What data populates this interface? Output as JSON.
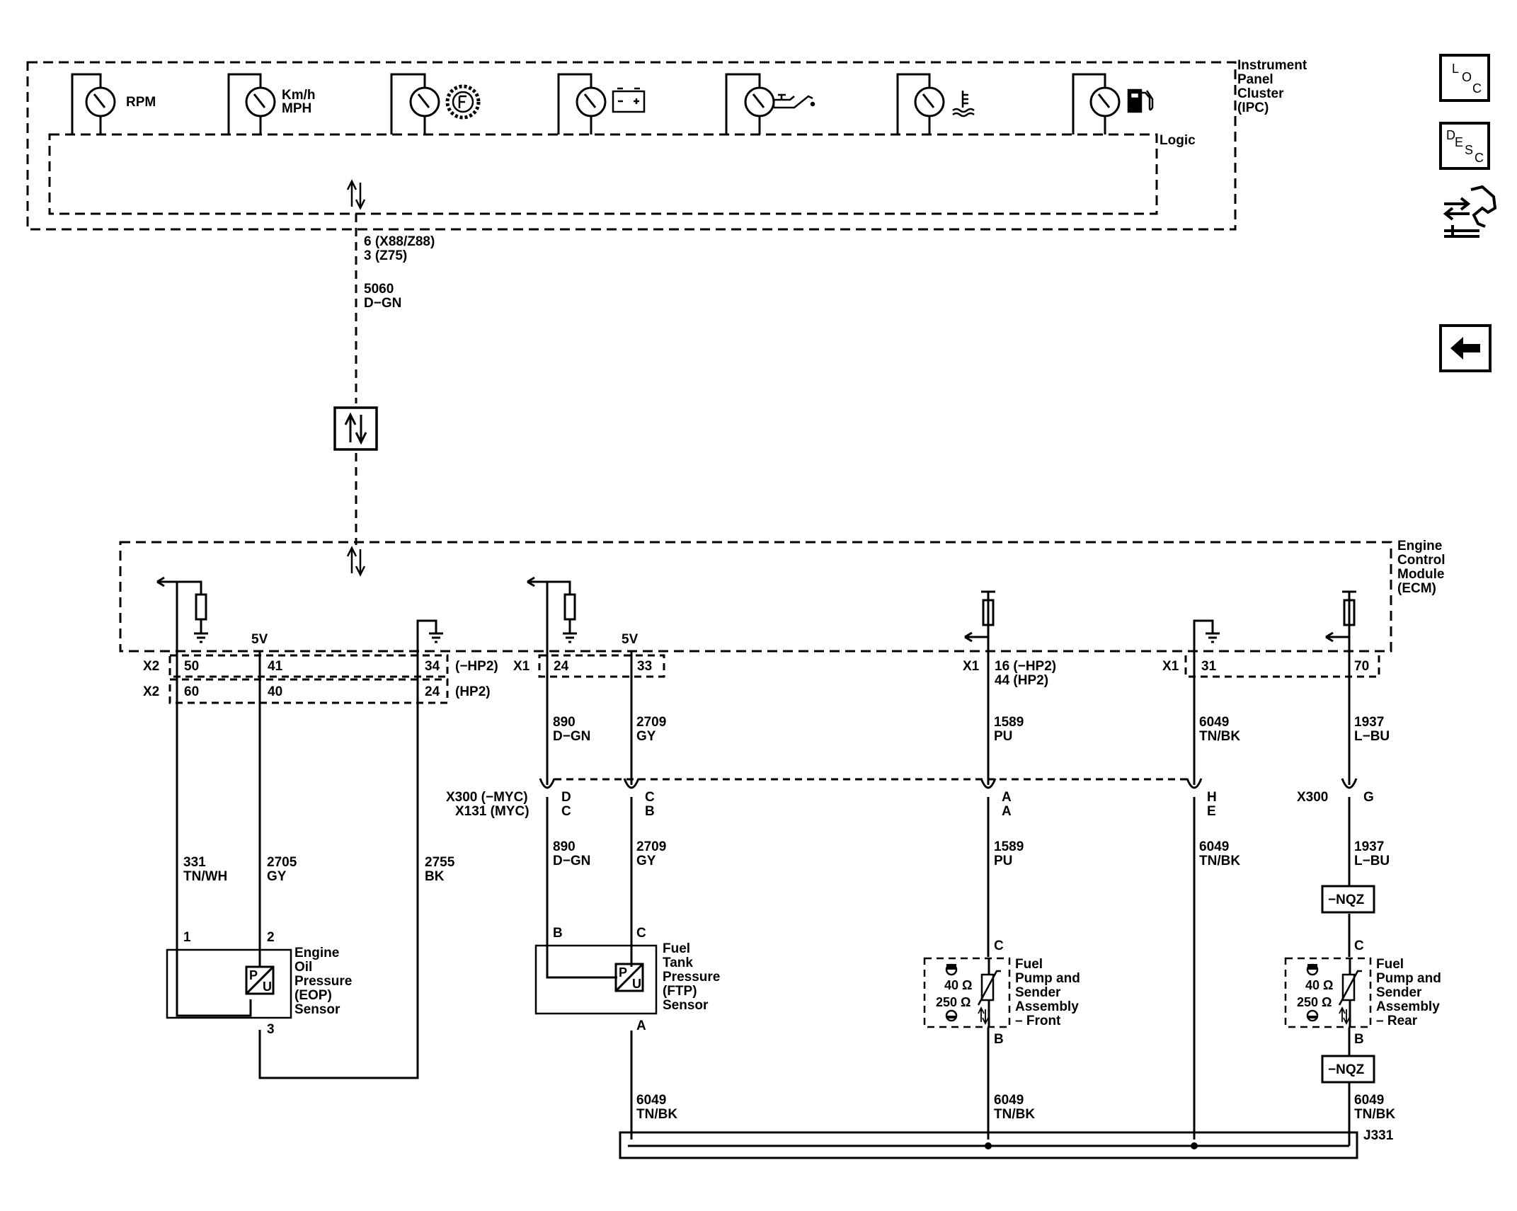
{
  "ipc": {
    "title_lines": [
      "Instrument",
      "Panel",
      "Cluster",
      "(IPC)"
    ],
    "logic_label": "Logic",
    "gauges": [
      {
        "label": "RPM",
        "icon": "rpm-gauge"
      },
      {
        "label": "Km/h",
        "label2": "MPH",
        "icon": "speedometer-gauge"
      },
      {
        "label": "",
        "icon": "transmission-gear-icon"
      },
      {
        "label": "",
        "icon": "battery-icon"
      },
      {
        "label": "",
        "icon": "oil-can-icon"
      },
      {
        "label": "",
        "icon": "coolant-temperature-icon"
      },
      {
        "label": "",
        "icon": "fuel-pump-icon"
      }
    ]
  },
  "serial_data": {
    "pin_line1": "6 (X88/Z88)",
    "pin_line2": "3 (Z75)",
    "circuit": "5060",
    "color": "D−GN"
  },
  "ecm": {
    "title_lines": [
      "Engine",
      "Control",
      "Module",
      "(ECM)"
    ],
    "label_5v_a": "5V",
    "label_5v_b": "5V"
  },
  "connectors": {
    "x2": "X2",
    "x1": "X1",
    "x2_row1": [
      "50",
      "41",
      "34"
    ],
    "x2_row1_note": "(−HP2)",
    "x2_row2": [
      "60",
      "40",
      "24"
    ],
    "x2_row2_note": "(HP2)",
    "x1_pins_ftp": [
      "24",
      "33"
    ],
    "x1_pin_front_1": "16 (−HP2)",
    "x1_pin_front_2": "44 (HP2)",
    "x1_pin_ground": "31",
    "x1_pin_rear": "70",
    "x300_label_1": "X300 (−MYC)",
    "x131_label": "X131 (MYC)",
    "x300_label_2": "X300",
    "inline_pins_top": [
      "D",
      "C",
      "A",
      "H"
    ],
    "inline_pins_bottom": [
      "C",
      "B",
      "A",
      "E"
    ],
    "inline_pin_rear": "G",
    "splice": "J331"
  },
  "wires": [
    {
      "circuit": "331",
      "color": "TN/WH"
    },
    {
      "circuit": "2705",
      "color": "GY"
    },
    {
      "circuit": "2755",
      "color": "BK"
    },
    {
      "circuit": "890",
      "color": "D−GN"
    },
    {
      "circuit": "2709",
      "color": "GY"
    },
    {
      "circuit": "1589",
      "color": "PU"
    },
    {
      "circuit": "6049",
      "color": "TN/BK"
    },
    {
      "circuit": "1937",
      "color": "L−BU"
    }
  ],
  "eop_sensor": {
    "name_lines": [
      "Engine",
      "Oil",
      "Pressure",
      "(EOP)",
      "Sensor"
    ],
    "pins": [
      "1",
      "2",
      "3"
    ]
  },
  "ftp_sensor": {
    "name_lines": [
      "Fuel",
      "Tank",
      "Pressure",
      "(FTP)",
      "Sensor"
    ],
    "pins": [
      "B",
      "C",
      "A"
    ]
  },
  "pump_front": {
    "name_lines": [
      "Fuel",
      "Pump and",
      "Sender",
      "Assembly",
      "– Front"
    ],
    "pins": [
      "C",
      "B"
    ],
    "r_full": "40 Ω",
    "r_empty": "250 Ω"
  },
  "pump_rear": {
    "name_lines": [
      "Fuel",
      "Pump and",
      "Sender",
      "Assembly",
      "– Rear"
    ],
    "pins": [
      "C",
      "B"
    ],
    "r_full": "40 Ω",
    "r_empty": "250 Ω"
  },
  "option_box": "−NQZ",
  "nav": {
    "loc": [
      "L",
      "O",
      "C"
    ],
    "desc": [
      "D",
      "E",
      "S",
      "C"
    ]
  }
}
